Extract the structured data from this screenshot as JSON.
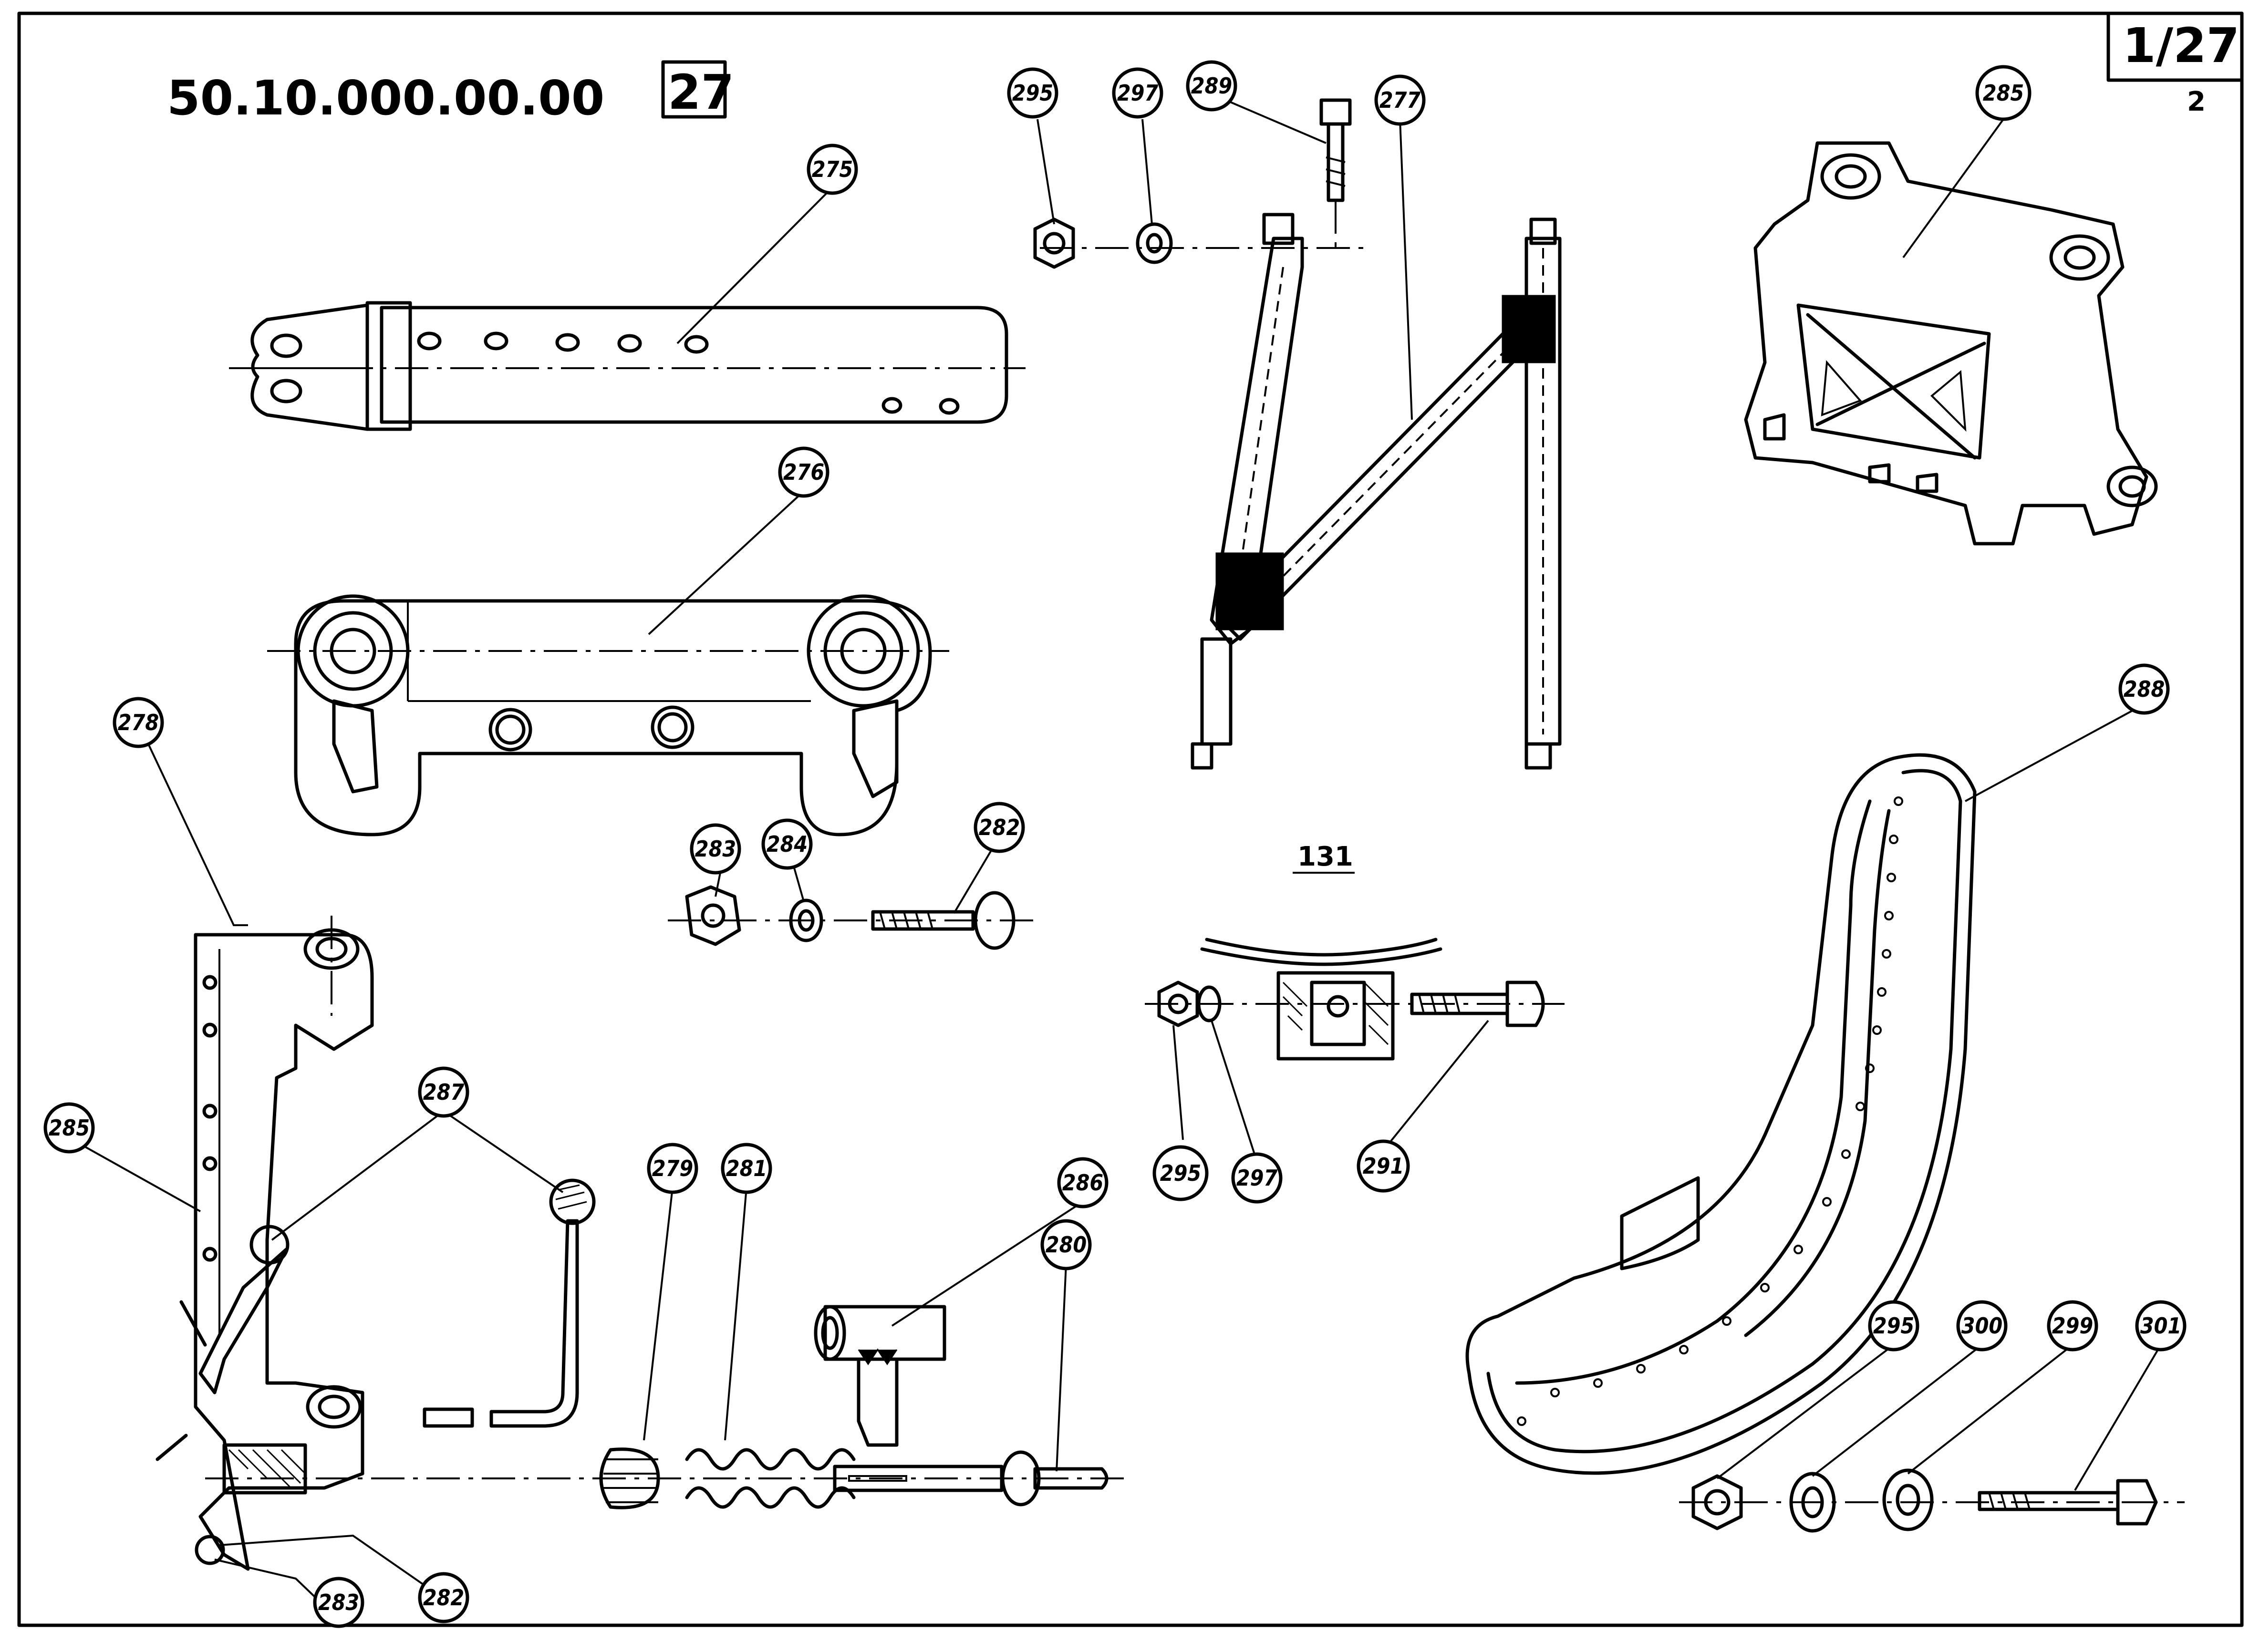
{
  "drawing": {
    "part_number": "50.10.000.00.00",
    "group_number": "27",
    "sheet_number": "1/27",
    "sheet_count": "2",
    "detail_label": "131"
  },
  "callouts": [
    {
      "id": "c-275",
      "label": "275"
    },
    {
      "id": "c-276",
      "label": "276"
    },
    {
      "id": "c-278",
      "label": "278"
    },
    {
      "id": "c-283a",
      "label": "283"
    },
    {
      "id": "c-284",
      "label": "284"
    },
    {
      "id": "c-282a",
      "label": "282"
    },
    {
      "id": "c-295a",
      "label": "295"
    },
    {
      "id": "c-297a",
      "label": "297"
    },
    {
      "id": "c-289",
      "label": "289"
    },
    {
      "id": "c-277",
      "label": "277"
    },
    {
      "id": "c-285a",
      "label": "285"
    },
    {
      "id": "c-288",
      "label": "288"
    },
    {
      "id": "c-285b",
      "label": "285"
    },
    {
      "id": "c-287",
      "label": "287"
    },
    {
      "id": "c-279",
      "label": "279"
    },
    {
      "id": "c-281",
      "label": "281"
    },
    {
      "id": "c-286",
      "label": "286"
    },
    {
      "id": "c-280",
      "label": "280"
    },
    {
      "id": "c-283b",
      "label": "283"
    },
    {
      "id": "c-282b",
      "label": "282"
    },
    {
      "id": "c-295b",
      "label": "295"
    },
    {
      "id": "c-297b",
      "label": "297"
    },
    {
      "id": "c-291",
      "label": "291"
    },
    {
      "id": "c-295c",
      "label": "295"
    },
    {
      "id": "c-300",
      "label": "300"
    },
    {
      "id": "c-299",
      "label": "299"
    },
    {
      "id": "c-301",
      "label": "301"
    }
  ]
}
